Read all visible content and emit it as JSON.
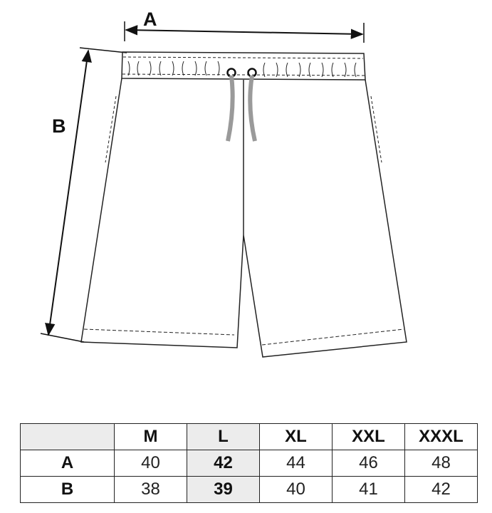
{
  "dimension_labels": {
    "width": "A",
    "length": "B"
  },
  "size_table": {
    "sizes": [
      "M",
      "L",
      "XL",
      "XXL",
      "XXXL"
    ],
    "highlighted_size": "L",
    "rows": [
      {
        "label": "A",
        "values": [
          "40",
          "42",
          "44",
          "46",
          "48"
        ]
      },
      {
        "label": "B",
        "values": [
          "38",
          "39",
          "40",
          "41",
          "42"
        ]
      }
    ]
  },
  "colors": {
    "outline": "#222222",
    "drawstring": "#9a9a9a",
    "highlight": "#ececec"
  },
  "icons": [
    "shorts-outline",
    "drawstring",
    "dimension-arrow-a",
    "dimension-arrow-b"
  ]
}
